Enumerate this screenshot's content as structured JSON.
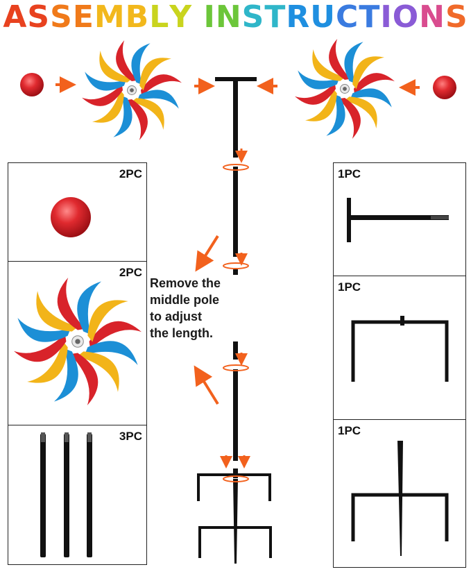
{
  "title": {
    "text": "ASSEMBLY INSTRUCTIONS",
    "gradient_colors": [
      "#e8421f",
      "#f07a1a",
      "#f2b81c",
      "#c9d41e",
      "#6cc63a",
      "#2fb6c9",
      "#1f8fe0",
      "#3a7be0",
      "#8a5bd6",
      "#d94c8f",
      "#f06a2a"
    ]
  },
  "palette": {
    "red": "#d8232a",
    "blue": "#1c8fd6",
    "yellow": "#f2b419",
    "arrow": "#f2611d",
    "pole": "#111111"
  },
  "parts": {
    "cap": {
      "qty": "2PC",
      "icon": "red-cap-icon"
    },
    "spinner": {
      "qty": "2PC",
      "icon": "pinwheel-spinner-icon"
    },
    "poles": {
      "qty": "3PC",
      "icon": "pole-segments-icon"
    },
    "top_bar": {
      "qty": "1PC",
      "icon": "t-bar-icon"
    },
    "bracket": {
      "qty": "1PC",
      "icon": "u-bracket-icon"
    },
    "stake": {
      "qty": "1PC",
      "icon": "ground-stake-icon"
    }
  },
  "note": "Remove the\nmiddle pole\nto adjust\nthe length."
}
